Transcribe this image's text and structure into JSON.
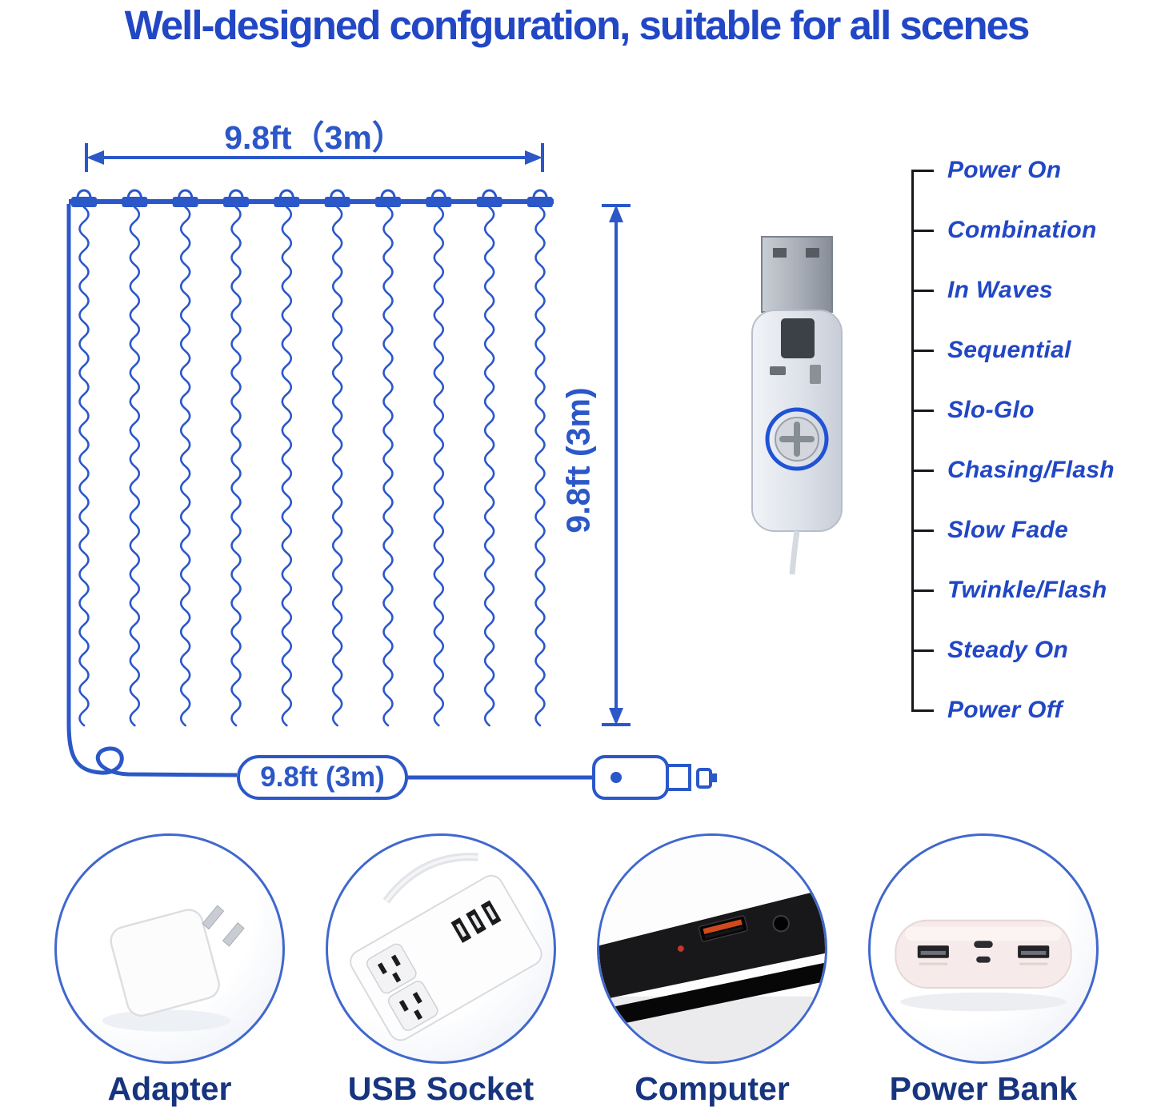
{
  "title": "Well-designed confguration, suitable for all scenes",
  "diagram": {
    "width_label": "9.8ft（3m）",
    "height_label": "9.8ft (3m)",
    "cable_label": "9.8ft (3m)"
  },
  "modes": {
    "items": [
      "Power On",
      "Combination",
      "In Waves",
      "Sequential",
      "Slo-Glo",
      "Chasing/Flash",
      "Slow Fade",
      "Twinkle/Flash",
      "Steady On",
      "Power Off"
    ]
  },
  "power_options": [
    {
      "label": "Adapter"
    },
    {
      "label": "USB Socket"
    },
    {
      "label": "Computer"
    },
    {
      "label": "Power Bank"
    }
  ],
  "colors": {
    "accent_blue": "#2247c5",
    "diagram_blue": "#2b57c8",
    "label_navy": "#17347e",
    "leader_line": "#16181c"
  }
}
